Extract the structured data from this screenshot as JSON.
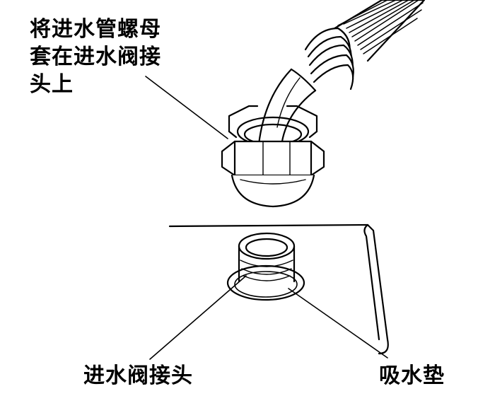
{
  "labels": {
    "nut_line1": "将进水管螺母",
    "nut_line2": "套在进水阀接",
    "nut_line3": "头上",
    "inlet_valve": "进水阀接头",
    "gasket": "吸水垫"
  },
  "colors": {
    "ink": "#000000",
    "paper": "#ffffff"
  }
}
